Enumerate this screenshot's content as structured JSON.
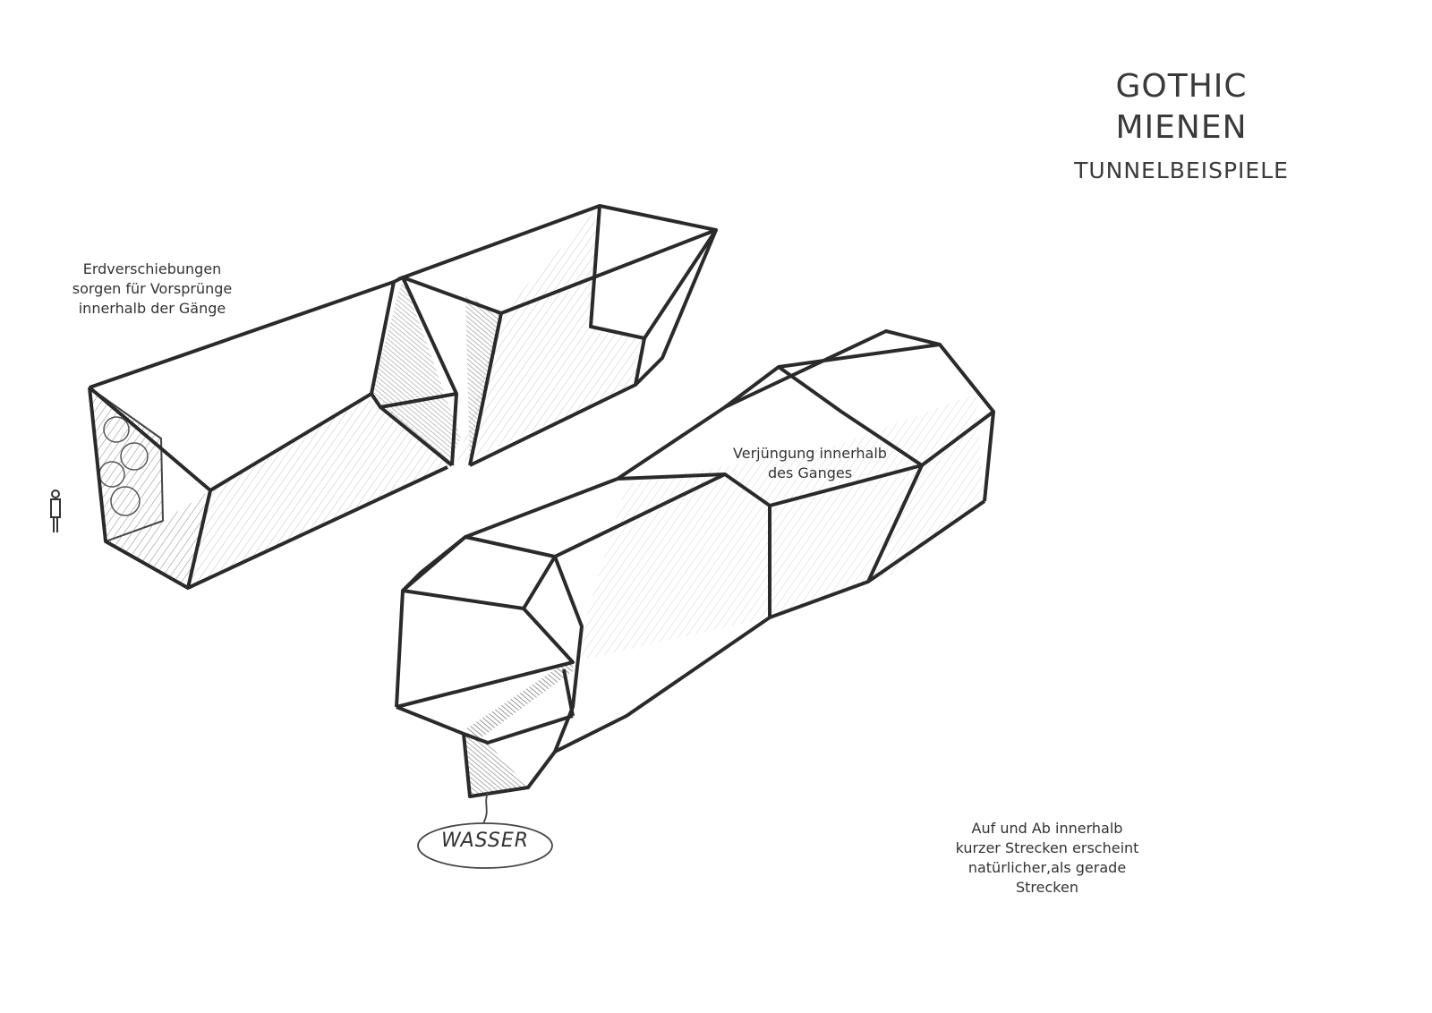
{
  "title": {
    "line1": "GOTHIC",
    "line2": "MIENEN",
    "subtitle": "TUNNELBEISPIELE"
  },
  "notes": {
    "displacement": [
      "Erdverschiebungen",
      "sorgen für Vorsprünge",
      "innerhalb der Gänge"
    ],
    "taper": [
      "Verjüngung innerhalb",
      "des Ganges"
    ],
    "updown": [
      "Auf und Ab innerhalb",
      "kurzer Strecken erscheint",
      "natürlicher,als gerade",
      "Strecken"
    ]
  },
  "water_label": "WASSER",
  "colors": {
    "ink": "#2a2a2a",
    "paper": "#ffffff"
  }
}
